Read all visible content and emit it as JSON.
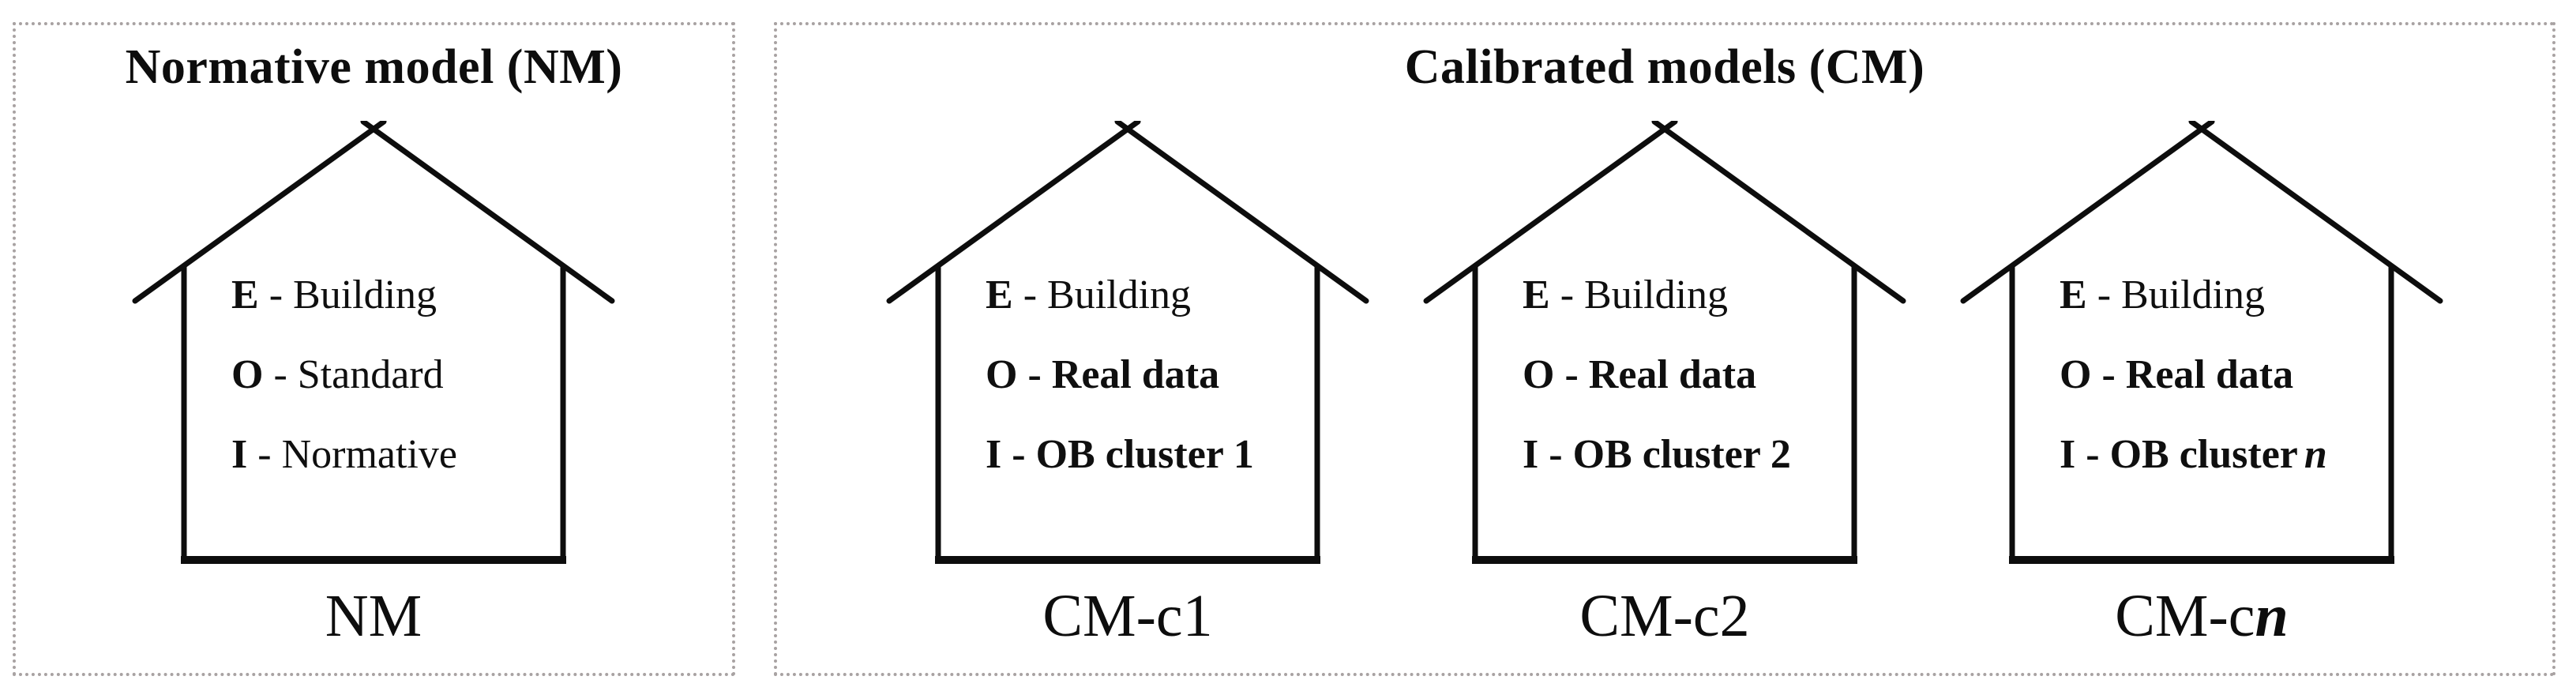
{
  "nm": {
    "title": "Normative model (NM)",
    "house": {
      "lines": [
        {
          "key": "E",
          "sep": "-",
          "text": "Building",
          "suffix": ""
        },
        {
          "key": "O",
          "sep": "-",
          "text": "Standard",
          "suffix": ""
        },
        {
          "key": "I",
          "sep": "-",
          "text": "Normative",
          "suffix": ""
        }
      ],
      "label": "NM",
      "label_suffix": ""
    }
  },
  "cm": {
    "title": "Calibrated models (CM)",
    "houses": [
      {
        "lines": [
          {
            "key": "E",
            "sep": "-",
            "text": "Building",
            "suffix": ""
          },
          {
            "key": "O",
            "sep": "-",
            "text": "Real data",
            "suffix": ""
          },
          {
            "key": "I",
            "sep": "-",
            "text": "OB cluster 1",
            "suffix": ""
          }
        ],
        "label": "CM-c1",
        "label_suffix": ""
      },
      {
        "lines": [
          {
            "key": "E",
            "sep": "-",
            "text": "Building",
            "suffix": ""
          },
          {
            "key": "O",
            "sep": "-",
            "text": "Real data",
            "suffix": ""
          },
          {
            "key": "I",
            "sep": "-",
            "text": "OB cluster 2",
            "suffix": ""
          }
        ],
        "label": "CM-c2",
        "label_suffix": ""
      },
      {
        "lines": [
          {
            "key": "E",
            "sep": "-",
            "text": "Building",
            "suffix": ""
          },
          {
            "key": "O",
            "sep": "-",
            "text": "Real data",
            "suffix": ""
          },
          {
            "key": "I",
            "sep": "-",
            "text": "OB cluster",
            "suffix": "n"
          }
        ],
        "label": "CM-c",
        "label_suffix": "n"
      }
    ]
  },
  "colors": {
    "ink": "#0d0d0d",
    "border_dots": "#a8a2a2",
    "background": "#ffffff"
  }
}
